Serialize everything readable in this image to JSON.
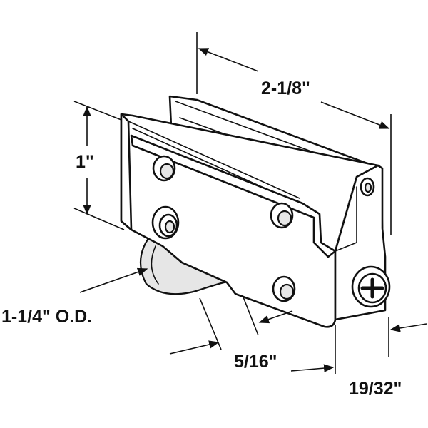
{
  "diagram": {
    "dimensions": {
      "length": "2-1/8\"",
      "height": "1\"",
      "wheel_diameter": "1-1/4\" O.D.",
      "wheel_width": "5/16\"",
      "depth": "19/32\""
    },
    "colors": {
      "line": "#111111",
      "background": "#ffffff",
      "shade": "#e6e6e6"
    },
    "icons": {
      "screw": "phillips-screw-icon"
    }
  }
}
